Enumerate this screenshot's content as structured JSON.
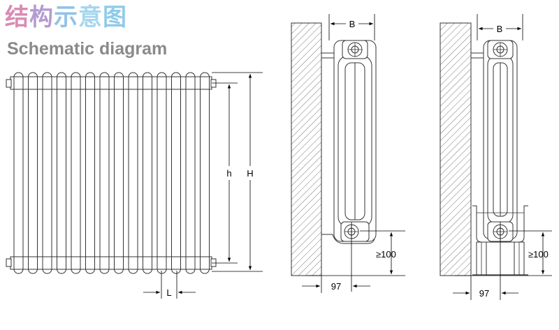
{
  "title": {
    "chinese_chars": [
      "结",
      "构",
      "示",
      "意",
      "图"
    ],
    "chinese_colors": [
      "#d98bb4",
      "#b59bd2",
      "#94c2e6",
      "#a6d6ee",
      "#8fcbe9"
    ],
    "english": "Schematic diagram"
  },
  "front_view": {
    "tube_count": 14,
    "dim_height_inner": "h",
    "dim_height_total": "H",
    "dim_spacing": "L"
  },
  "side_view_wall_bracket": {
    "dim_width": "B",
    "dim_floor_clearance": "≥100",
    "dim_wall_offset": "97"
  },
  "side_view_floor_stand": {
    "dim_width": "B",
    "dim_floor_clearance": "≥100",
    "dim_wall_offset": "97"
  }
}
